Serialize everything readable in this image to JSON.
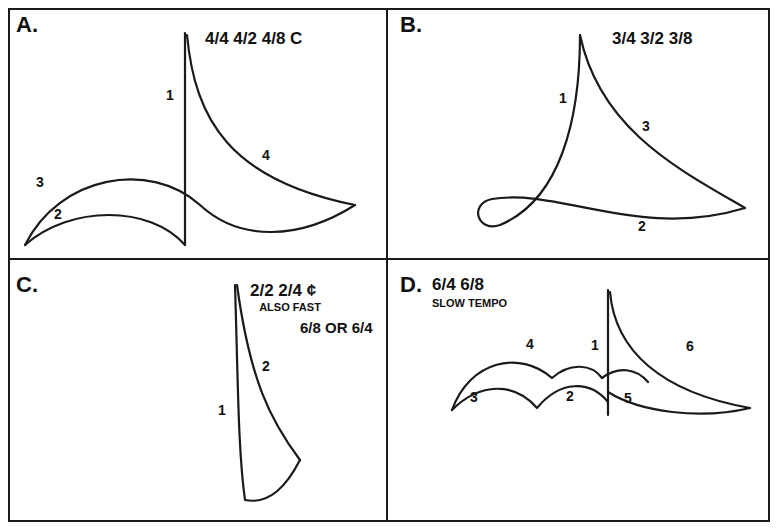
{
  "diagram": {
    "nodes": [
      {
        "text": [
          "A.",
          "4/4 4/2 4/8 C",
          "1",
          "3",
          "2",
          "4"
        ]
      },
      {
        "text": [
          "B.",
          "3/4 3/2 3/8",
          "1",
          "3",
          "2"
        ]
      },
      {
        "text": [
          "C.",
          "2/2 2/4 ¢",
          "ALSO FAST",
          "6/8 OR 6/4",
          "1",
          "2"
        ]
      },
      {
        "text": [
          "D.",
          "6/4 6/8",
          "SLOW TEMPO",
          "1",
          "4",
          "3",
          "2",
          "5",
          "6"
        ]
      }
    ]
  }
}
